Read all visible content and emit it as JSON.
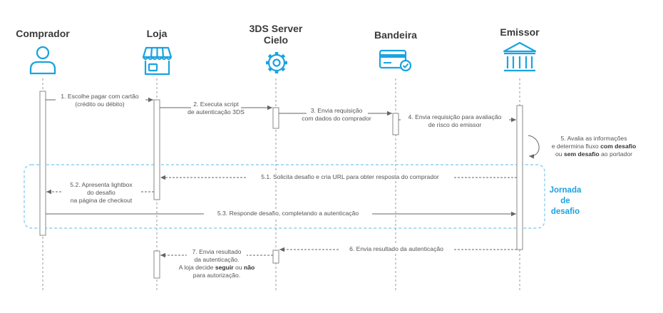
{
  "actors": {
    "comprador": "Comprador",
    "loja": "Loja",
    "server_line1": "3DS Server",
    "server_line2": "Cielo",
    "bandeira": "Bandeira",
    "emissor": "Emissor"
  },
  "icons": {
    "comprador": "user-icon",
    "loja": "store-icon",
    "server": "gear-icon",
    "bandeira": "card-check-icon",
    "emissor": "bank-icon"
  },
  "colors": {
    "icon_blue": "#1aa3e0",
    "line": "#8a8a8a",
    "arrow": "#666666",
    "activation_border": "#888888",
    "journey_border": "#7cc8ee"
  },
  "messages": {
    "m1": [
      "1. Escolhe pagar com cartão",
      "(crédito ou débito)"
    ],
    "m2": [
      "2. Executa script",
      "de autenticação 3DS"
    ],
    "m3": [
      "3. Envia requisição",
      "com dados do comprador"
    ],
    "m4": [
      "4. Envia requisição para avaliação",
      "de risco do emissor"
    ],
    "m5": {
      "line1": "5. Avalia as informações",
      "line2_pre": "e determina fluxo ",
      "line2_bold": "com desafio",
      "line3_pre": "ou ",
      "line3_bold": "sem desafio",
      "line3_post": " ao portador"
    },
    "m51": "5.1. Solicita desafio e cria URL para obter resposta do comprador",
    "m52": [
      "5.2. Apresenta lightbox",
      "do desafio",
      "na página de checkout"
    ],
    "m53": "5.3. Responde desafio, completando a autenticação",
    "m6": "6. Envia resultado da autenticação",
    "m7": {
      "line1": "7. Envia resultado",
      "line2": "da autenticação.",
      "line3_pre": "A loja decide ",
      "line3_bold1": "seguir",
      "line3_mid": " ou ",
      "line3_bold2": "não",
      "line4": "para autorização."
    }
  },
  "journey_label": [
    "Jornada",
    "de",
    "desafio"
  ]
}
